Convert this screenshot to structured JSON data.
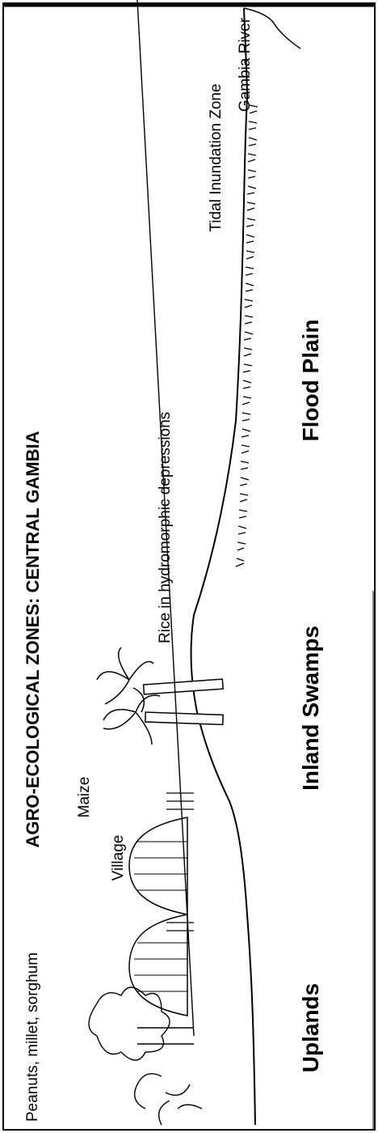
{
  "diagram": {
    "title": "AGRO-ECOLOGICAL ZONES: CENTRAL GAMBIA",
    "annotations": {
      "crops": "Peanuts, millet, sorghum",
      "village": "Village",
      "maize": "Maize",
      "rice": "Rice in hydromorphic depressions",
      "tidal": "Tidal Inundation Zone",
      "river": "Gambia River"
    },
    "zones": {
      "uplands": "Uplands",
      "swamps": "Inland Swamps",
      "flood": "Flood Plain"
    }
  }
}
